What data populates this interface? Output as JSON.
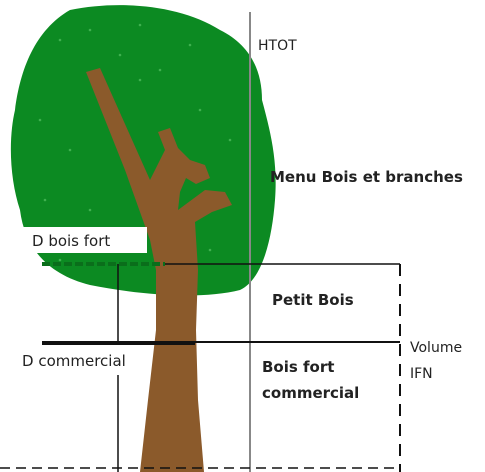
{
  "labels": {
    "htot": "HTOT",
    "menu_bois": "Menu Bois et branches",
    "d_bois_fort": "D bois fort",
    "petit_bois": "Petit Bois",
    "d_commercial": "D commercial",
    "bois_fort_line1": "Bois fort",
    "bois_fort_line2": "commercial",
    "volume_line1": "Volume",
    "volume_line2": "IFN"
  },
  "colors": {
    "crown": "#0c8a22",
    "crown_dark": "#0a6e1b",
    "trunk": "#8b5a2b",
    "trunk_dark": "#6f4520",
    "line": "#111111",
    "height_line": "#888888",
    "dashed": "#333333"
  }
}
